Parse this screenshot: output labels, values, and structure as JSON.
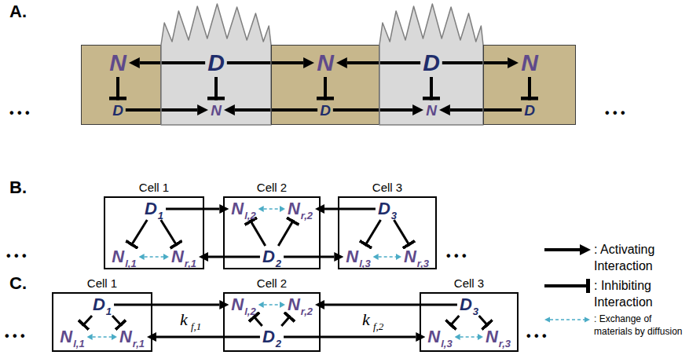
{
  "diagram": {
    "nodes": [
      {
        "text": []
      },
      {
        "text": [
          "N"
        ],
        "in": 0
      },
      {
        "text": [
          "D"
        ],
        "in": 0
      },
      {
        "text": []
      },
      {
        "text": [
          "D"
        ],
        "in": 3
      },
      {
        "text": [
          "N"
        ],
        "in": 3
      },
      {
        "text": []
      },
      {
        "text": [
          "N"
        ],
        "in": 6
      },
      {
        "text": [
          "D"
        ],
        "in": 6
      },
      {
        "text": []
      },
      {
        "text": [
          "D"
        ],
        "in": 9
      },
      {
        "text": [
          "N"
        ],
        "in": 9
      },
      {
        "text": []
      },
      {
        "text": [
          "N"
        ],
        "in": 12
      },
      {
        "text": [
          "D"
        ],
        "in": 12
      },
      {
        "text": [
          "Cell 1"
        ]
      },
      {
        "text": [
          "D",
          "1"
        ],
        "in": 15
      },
      {
        "text": [
          "N",
          "l,1"
        ],
        "in": 15
      },
      {
        "text": [
          "N",
          "r,1"
        ],
        "in": 15
      },
      {
        "text": [
          "Cell 2"
        ]
      },
      {
        "text": [
          "N",
          "l,2"
        ],
        "in": 19
      },
      {
        "text": [
          "N",
          "r,2"
        ],
        "in": 19
      },
      {
        "text": [
          "D",
          "2"
        ],
        "in": 19
      },
      {
        "text": [
          "Cell 3"
        ]
      },
      {
        "text": [
          "D",
          "3"
        ],
        "in": 23
      },
      {
        "text": [
          "N",
          "l,3"
        ],
        "in": 23
      },
      {
        "text": [
          "N",
          "r,3"
        ],
        "in": 23
      },
      {
        "text": [
          "Cell 1"
        ]
      },
      {
        "text": [
          "D",
          "1"
        ],
        "in": 27
      },
      {
        "text": [
          "N",
          "l,1"
        ],
        "in": 27
      },
      {
        "text": [
          "N",
          "r,1"
        ],
        "in": 27
      },
      {
        "text": [
          "Cell 2"
        ]
      },
      {
        "text": [
          "N",
          "l,2"
        ],
        "in": 31
      },
      {
        "text": [
          "N",
          "r,2"
        ],
        "in": 31
      },
      {
        "text": [
          "D",
          "2"
        ],
        "in": 31
      },
      {
        "text": [
          "Cell 3"
        ]
      },
      {
        "text": [
          "D",
          "3"
        ],
        "in": 35
      },
      {
        "text": [
          "N",
          "l,3"
        ],
        "in": 35
      },
      {
        "text": [
          "N",
          "r,3"
        ],
        "in": 35
      }
    ],
    "edges": [
      {
        "from": 4,
        "to": 1,
        "arrow": "to"
      },
      {
        "from": 4,
        "to": 7,
        "arrow": "to"
      },
      {
        "from": 10,
        "to": 7,
        "arrow": "to"
      },
      {
        "from": 10,
        "to": 13,
        "arrow": "to"
      },
      {
        "from": 1,
        "to": 2,
        "arrow": "to"
      },
      {
        "from": 4,
        "to": 5,
        "arrow": "to"
      },
      {
        "from": 7,
        "to": 8,
        "arrow": "to"
      },
      {
        "from": 10,
        "to": 11,
        "arrow": "to"
      },
      {
        "from": 13,
        "to": 14,
        "arrow": "to"
      },
      {
        "from": 2,
        "to": 5,
        "arrow": "to"
      },
      {
        "from": 8,
        "to": 5,
        "arrow": "to"
      },
      {
        "from": 8,
        "to": 11,
        "arrow": "to"
      },
      {
        "from": 14,
        "to": 11,
        "arrow": "to"
      },
      {
        "from": 16,
        "to": 17,
        "arrow": "to"
      },
      {
        "from": 16,
        "to": 18,
        "arrow": "to"
      },
      {
        "from": 17,
        "to": 18,
        "arrow": "both"
      },
      {
        "from": 22,
        "to": 20,
        "arrow": "to"
      },
      {
        "from": 22,
        "to": 21,
        "arrow": "to"
      },
      {
        "from": 20,
        "to": 21,
        "arrow": "both"
      },
      {
        "from": 24,
        "to": 25,
        "arrow": "to"
      },
      {
        "from": 24,
        "to": 26,
        "arrow": "to"
      },
      {
        "from": 25,
        "to": 26,
        "arrow": "both"
      },
      {
        "from": 16,
        "to": 20,
        "arrow": "to"
      },
      {
        "from": 22,
        "to": 18,
        "arrow": "to"
      },
      {
        "from": 24,
        "to": 21,
        "arrow": "to"
      },
      {
        "from": 22,
        "to": 25,
        "arrow": "to"
      },
      {
        "from": 28,
        "to": 29,
        "arrow": "to"
      },
      {
        "from": 28,
        "to": 30,
        "arrow": "to"
      },
      {
        "from": 29,
        "to": 30,
        "arrow": "both"
      },
      {
        "from": 34,
        "to": 32,
        "arrow": "to"
      },
      {
        "from": 34,
        "to": 33,
        "arrow": "to"
      },
      {
        "from": 32,
        "to": 33,
        "arrow": "both"
      },
      {
        "from": 36,
        "to": 37,
        "arrow": "to"
      },
      {
        "from": 36,
        "to": 38,
        "arrow": "to"
      },
      {
        "from": 37,
        "to": 38,
        "arrow": "both"
      },
      {
        "from": 28,
        "to": 32,
        "arrow": "to"
      },
      {
        "from": 34,
        "to": 30,
        "arrow": "to"
      },
      {
        "from": 36,
        "to": 33,
        "arrow": "to"
      },
      {
        "from": 34,
        "to": 37,
        "arrow": "to"
      }
    ],
    "labels": [
      "A.",
      "• • •",
      "• • •",
      "B.",
      "• • •",
      "• • •",
      "C.",
      "• • •",
      "• • •",
      "k",
      "f,1",
      "k",
      "f,2"
    ],
    "legend": [
      {
        "text": ": Activating Interaction"
      },
      {
        "text": ": Inhibiting Interaction"
      },
      {
        "text": ": Exchange of materials by diffusion"
      }
    ]
  }
}
